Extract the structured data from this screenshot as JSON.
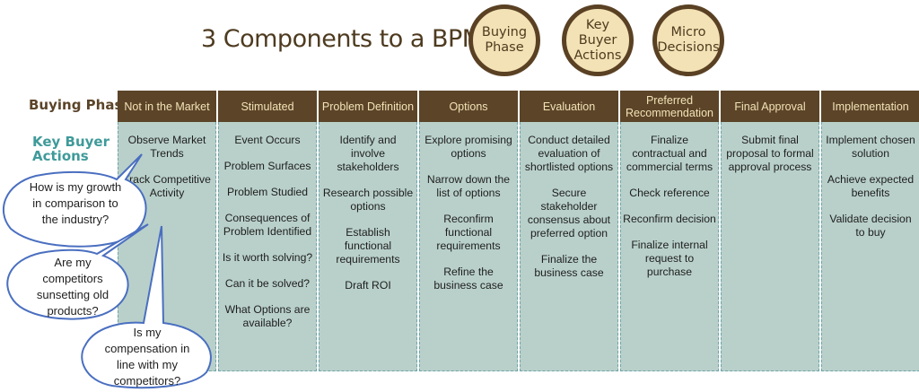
{
  "title": "3 Components to a BPM:",
  "components": [
    {
      "label": "Buying\nPhase"
    },
    {
      "label": "Key\nBuyer\nActions"
    },
    {
      "label": "Micro\nDecisions"
    }
  ],
  "row_labels": {
    "buying_phase": "Buying Phase",
    "key_buyer_actions": "Key Buyer\nActions"
  },
  "colors": {
    "header_bg": "#5b4428",
    "header_text": "#f3e2b5",
    "column_bg": "#b9d0ca",
    "column_border": "#6fa5a9",
    "title_text": "#4e3b20",
    "row_label_teal": "#3f9a9a",
    "bubble_stroke": "#4a6fc0"
  },
  "phases": [
    {
      "name": "Not in the Market",
      "actions": [
        "Observe Market Trends",
        "Track Competitive Activity"
      ]
    },
    {
      "name": "Stimulated",
      "actions": [
        "Event Occurs",
        "Problem Surfaces",
        "Problem Studied",
        "Consequences of Problem Identified",
        "Is it worth solving?",
        "Can it be solved?",
        "What Options are available?"
      ]
    },
    {
      "name": "Problem Definition",
      "actions": [
        "Identify and involve stakeholders",
        "Research possible options",
        "Establish functional requirements",
        "Draft ROI"
      ]
    },
    {
      "name": "Options",
      "actions": [
        "Explore promising options",
        "Narrow down the list of options",
        "Reconfirm functional requirements",
        "Refine the business case"
      ]
    },
    {
      "name": "Evaluation",
      "actions": [
        "Conduct detailed evaluation of shortlisted options",
        "Secure stakeholder consensus about preferred option",
        "Finalize the business case"
      ]
    },
    {
      "name": "Preferred Recommendation",
      "actions": [
        "Finalize contractual and commercial terms",
        "Check reference",
        "Reconfirm decision",
        "Finalize internal request to purchase"
      ]
    },
    {
      "name": "Final Approval",
      "actions": [
        "Submit final proposal to formal approval process"
      ]
    },
    {
      "name": "Implementation",
      "actions": [
        "Implement chosen solution",
        "Achieve expected benefits",
        "Validate decision to buy"
      ]
    }
  ],
  "micro_decisions": [
    "How is my growth in comparison to the industry?",
    "Are my competitors sunsetting old products?",
    "Is my compensation in line with my competitors?"
  ]
}
